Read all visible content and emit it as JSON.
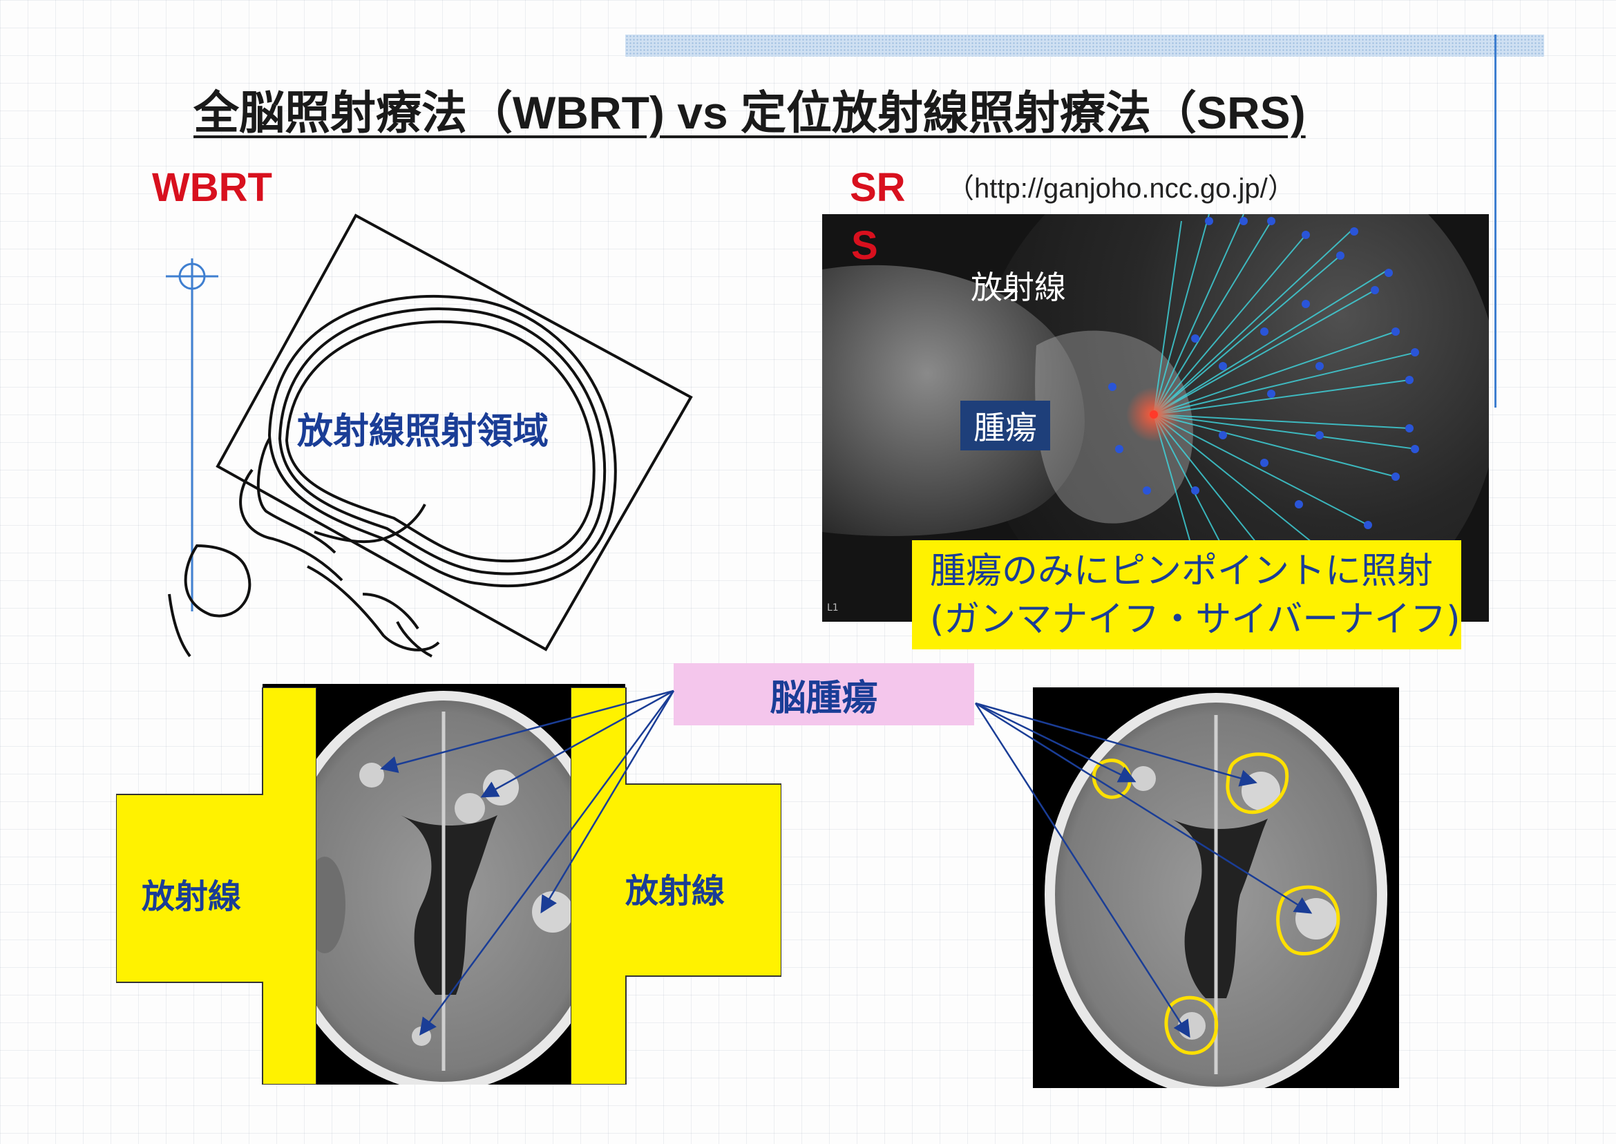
{
  "title": "全脳照射療法（WBRT) vs 定位放射線照射療法（SRS)",
  "wbrt_label": "WBRT",
  "srs_label_line1": "SR",
  "srs_label_line2": "S",
  "source_url": "（http://ganjoho.ncc.go.jp/）",
  "sketch_label": "放射線照射領域",
  "photo": {
    "radiation_label": "放射線",
    "tumor_label": "腫瘍",
    "corner_mark": "L1"
  },
  "yellow_caption": {
    "line1": "腫瘍のみにピンポイントに照射",
    "line2": "(ガンマナイフ・サイバーナイフ)"
  },
  "brain_tumor_label": "脳腫瘍",
  "left_arrow_label": "放射線",
  "right_arrow_label": "放射線",
  "colors": {
    "red_label": "#d8101e",
    "blue_text": "#1a3d96",
    "highlight_yellow": "#fff200",
    "pink_box": "#f4c6ec"
  }
}
